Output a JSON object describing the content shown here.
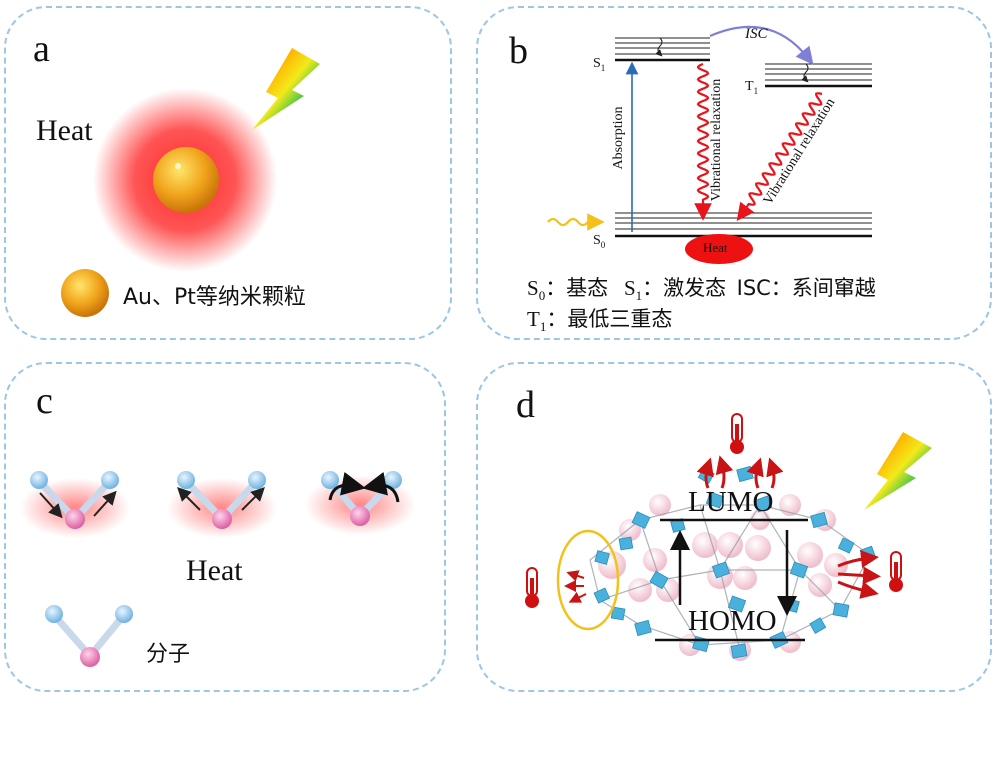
{
  "panel_a": {
    "letter": "a",
    "heat_label": "Heat",
    "legend_text": "Au、Pt等纳米颗粒",
    "colors": {
      "glow": "#ff2a2a",
      "particle": "#f0a21a"
    },
    "icons": [
      "lightning-icon",
      "nanoparticle-icon"
    ]
  },
  "panel_b": {
    "letter": "b",
    "s1_label": "S",
    "s1_sub": "1",
    "t1_label": "T",
    "t1_sub": "1",
    "s0_label": "S",
    "s0_sub": "0",
    "isc_label": "ISC",
    "absorption_label": "Absorption",
    "vibrational_label_1": "Vibrational relaxation",
    "vibrational_label_2": "Vibrational relaxation",
    "heat_label": "Heat",
    "legend_line1": {
      "s0": "S",
      "s0_sub": "0",
      "s0_desc": "：基态",
      "s1": "S",
      "s1_sub": "1",
      "s1_desc": "：激发态",
      "isc": "ISC：系间窜越"
    },
    "legend_line2": {
      "t1": "T",
      "t1_sub": "1",
      "t1_desc": "：最低三重态"
    },
    "colors": {
      "absorption": "#2a6db5",
      "relaxation": "#e8141c",
      "isc": "#7f7fd8",
      "excitation": "#f2c21a",
      "heat": "#ee1111"
    }
  },
  "panel_c": {
    "letter": "c",
    "heat_label": "Heat",
    "legend_text": "分子",
    "colors": {
      "atom_blue": "#8fc8ec",
      "atom_pink": "#e87ab4",
      "glow": "#ff6b6b"
    }
  },
  "panel_d": {
    "letter": "d",
    "lumo_label": "LUMO",
    "homo_label": "HOMO",
    "colors": {
      "framework": "#4ab0dc",
      "arrow": "#c81414",
      "ring": "#f2c21a",
      "sphere": "#f3c6d2"
    },
    "icons": [
      "thermometer-icon",
      "lightning-icon"
    ]
  }
}
